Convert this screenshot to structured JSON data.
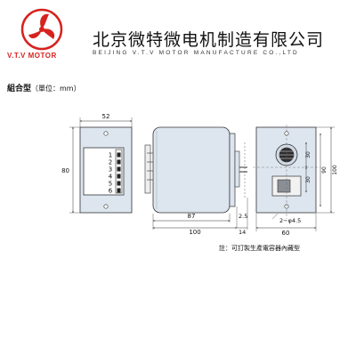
{
  "header": {
    "brand": "V.T.V MOTOR",
    "company_cn": "北京微特微电机制造有限公司",
    "company_en": "BEIJING V.T.V MOTOR MANUFACTURE CO.,LTD"
  },
  "section": {
    "title": "組合型",
    "unit": "（單位：mm）"
  },
  "front_view": {
    "width_label": "52",
    "height_label": "80",
    "terminals": [
      "1",
      "2",
      "3",
      "4",
      "5",
      "6"
    ]
  },
  "side_view": {
    "dim_87": "87",
    "dim_100": "100",
    "dim_14": "14",
    "dim_2_5": "2.5"
  },
  "right_view": {
    "dim_30_top": "30",
    "dim_30_bottom": "30",
    "dim_90": "90",
    "dim_100": "100",
    "hole_label": "2−φ4.5",
    "width_label": "60"
  },
  "note": "註：可訂製生產電容器內藏型",
  "colors": {
    "brand_red": "#d6231e",
    "box_fill": "#dde5ef",
    "line": "#333333"
  }
}
